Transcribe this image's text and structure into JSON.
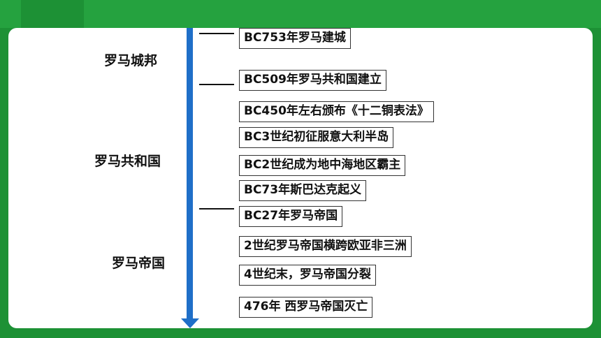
{
  "periods": [
    "罗马城邦",
    "罗马共和国",
    "罗马帝国"
  ],
  "events": [
    "BC753年罗马建城",
    "BC509年罗马共和国建立",
    "BC450年左右颁布《十二铜表法》",
    "BC3世纪初征服意大利半岛",
    "BC2世纪成为地中海地区霸主",
    "BC73年斯巴达克起义",
    "BC27年罗马帝国",
    "2世纪罗马帝国横跨欧亚非三洲",
    "4世纪末，罗马帝国分裂",
    "476年 西罗马帝国灭亡"
  ],
  "colors": {
    "frame": "#1d9135",
    "accent": "#25a23f",
    "axis": "#1f6fc8"
  }
}
